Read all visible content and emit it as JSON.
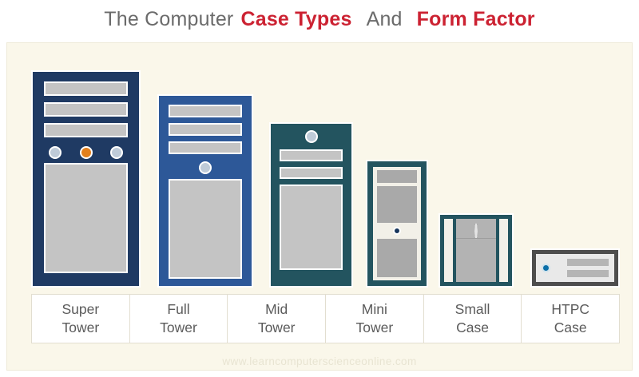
{
  "title": {
    "part1": "The Computer",
    "part2": "Case Types",
    "part3": "And",
    "part4": "Form Factor",
    "gray_color": "#6b6b6b",
    "red_color": "#cc2232"
  },
  "chart_data": {
    "type": "bar",
    "title": "The Computer Case Types And Form Factor",
    "xlabel": "",
    "ylabel": "",
    "categories": [
      "Super Tower",
      "Full Tower",
      "Mid Tower",
      "Mini Tower",
      "Small Case",
      "HTPC Case"
    ],
    "values": [
      272,
      242,
      207,
      160,
      93,
      49
    ],
    "value_unit": "relative case height (px)",
    "widths": [
      137,
      120,
      105,
      78,
      94,
      112
    ],
    "grid": false,
    "legend": "none"
  },
  "cases": [
    {
      "id": "super-tower",
      "label_line1": "Super",
      "label_line2": "Tower",
      "body_color": "#1f3a63",
      "bay_count": 3,
      "buttons": [
        "gray",
        "orange",
        "gray"
      ]
    },
    {
      "id": "full-tower",
      "label_line1": "Full",
      "label_line2": "Tower",
      "body_color": "#2d5898",
      "bay_count": 3,
      "buttons": [
        "gray"
      ]
    },
    {
      "id": "mid-tower",
      "label_line1": "Mid",
      "label_line2": "Tower",
      "body_color": "#23545f",
      "bay_count": 2,
      "buttons": [
        "gray"
      ]
    },
    {
      "id": "mini-tower",
      "label_line1": "Mini",
      "label_line2": "Tower",
      "body_color": "#23545f",
      "bay_count": 0,
      "buttons": [
        "navy"
      ]
    },
    {
      "id": "small-case",
      "label_line1": "Small",
      "label_line2": "Case",
      "body_color": "#23545f",
      "bay_count": 0,
      "buttons": [
        "dark"
      ]
    },
    {
      "id": "htpc-case",
      "label_line1": "HTPC",
      "label_line2": "Case",
      "body_color": "#4d4d4d",
      "bay_count": 2,
      "buttons": [
        "blue"
      ]
    }
  ],
  "watermark": "www.learncomputerscienceonline.com",
  "background": {
    "page": "#ffffff",
    "canvas": "#faf7ea"
  }
}
